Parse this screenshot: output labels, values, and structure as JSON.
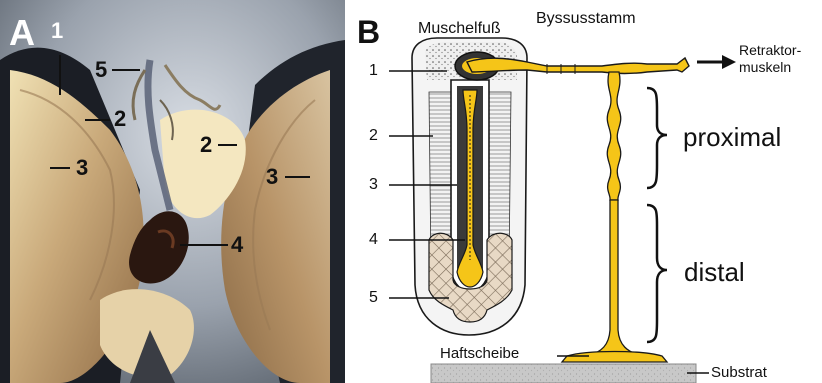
{
  "panel_a": {
    "letter": "A",
    "callouts": [
      "1",
      "2",
      "3",
      "2",
      "3",
      "4",
      "5"
    ]
  },
  "panel_b": {
    "letter": "B",
    "labels": {
      "foot": "Muschelfuß",
      "stem": "Byssusstamm",
      "retractor_line1": "Retraktor-",
      "retractor_line2": "muskeln",
      "proximal": "proximal",
      "distal": "distal",
      "disc": "Haftscheibe",
      "substrate": "Substrat"
    },
    "numbers": [
      "1",
      "2",
      "3",
      "4",
      "5"
    ]
  },
  "colors": {
    "byssus": "#f5c518",
    "outline": "#1a1a1a",
    "substrate": "#c8c8c8"
  }
}
